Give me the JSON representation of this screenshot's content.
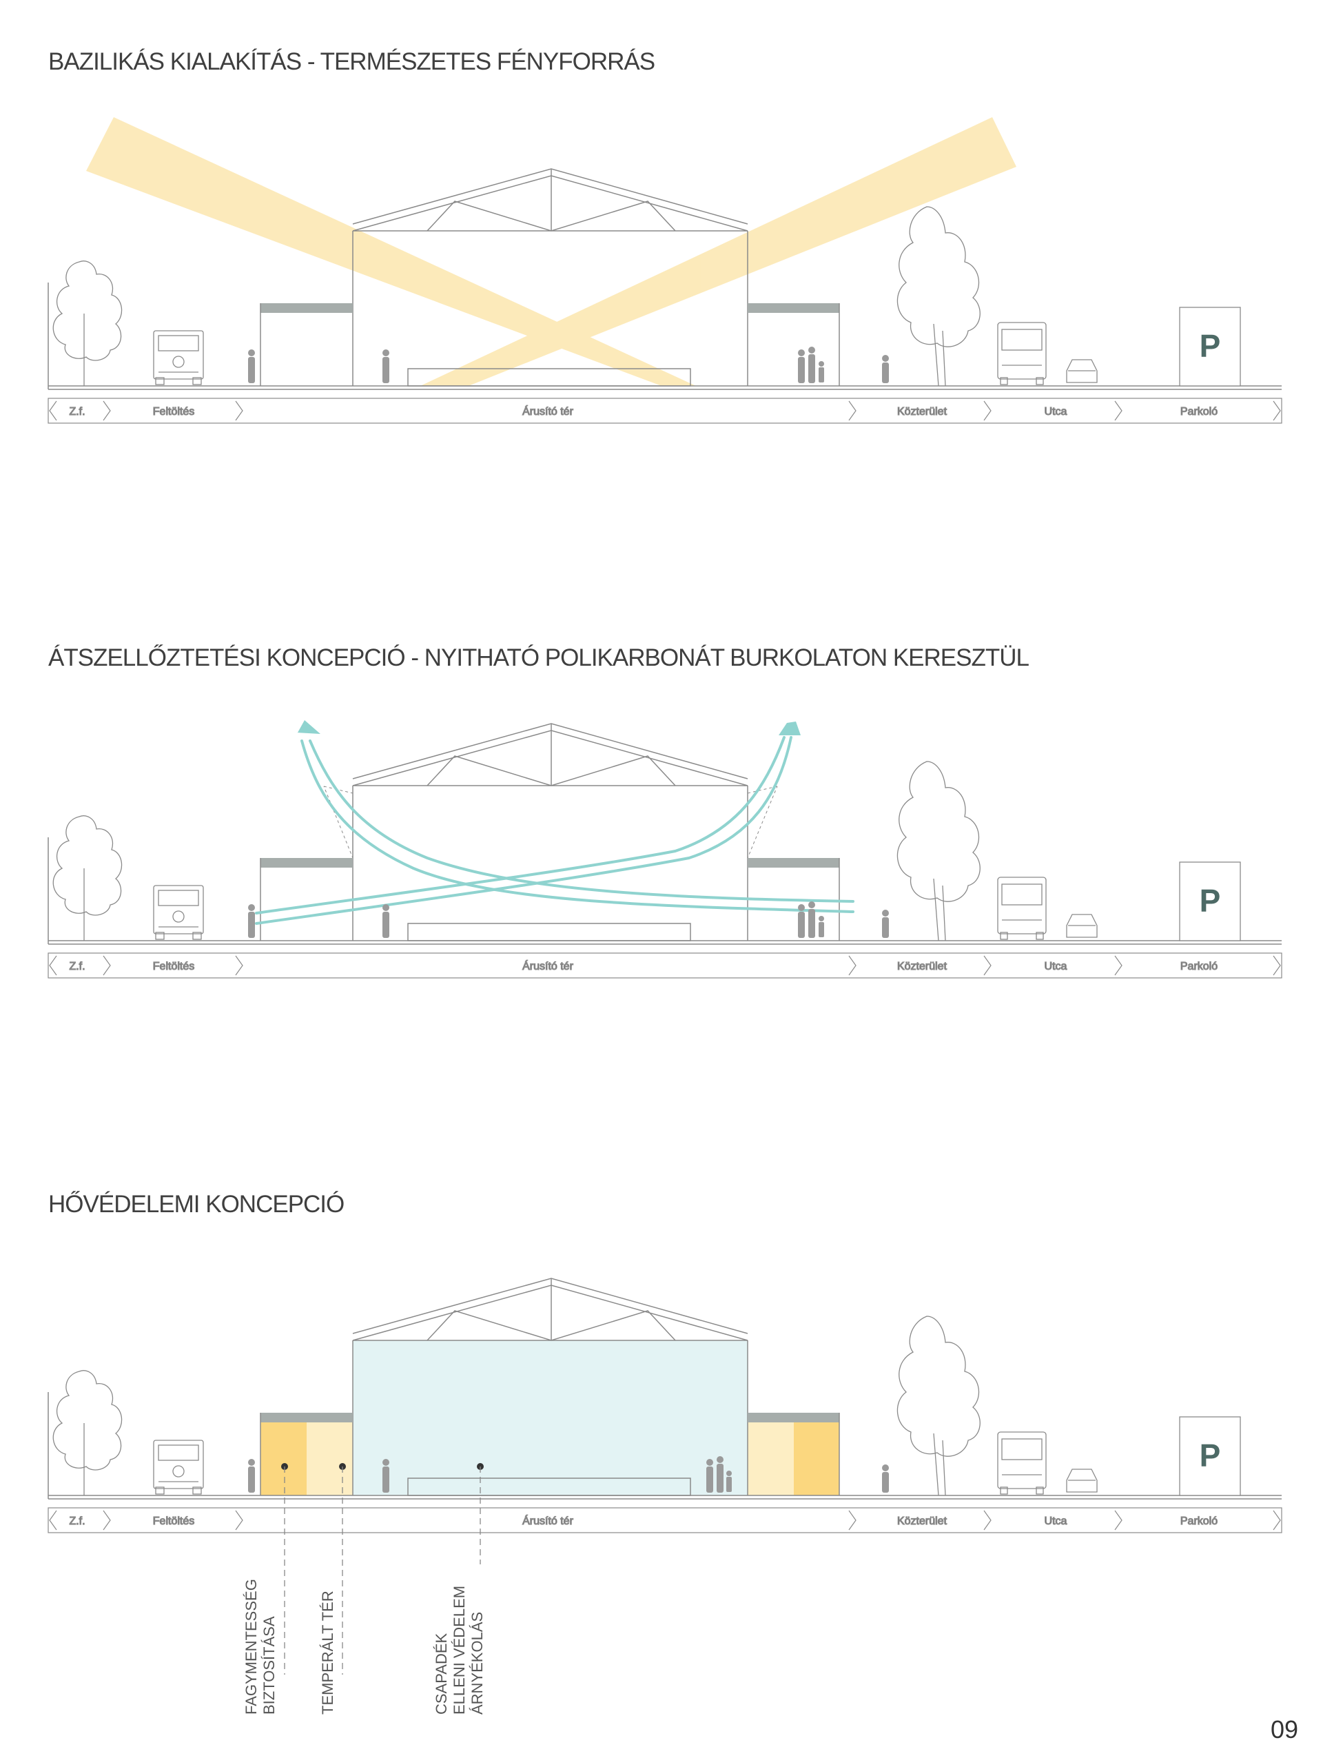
{
  "panels": [
    {
      "title": "BAZILIKÁS KIALAKÍTÁS - TERMÉSZETES FÉNYFORRÁS"
    },
    {
      "title": "ÁTSZELLŐZTETÉSI KONCEPCIÓ - NYITHATÓ POLIKARBONÁT BURKOLATON KERESZTÜL"
    },
    {
      "title": "HŐVÉDELEMI KONCEPCIÓ"
    }
  ],
  "zones": {
    "zf": "Z.f.",
    "feltoltes": "Feltöltés",
    "arusito": "Árusító tér",
    "kozterulet": "Közterület",
    "utca": "Utca",
    "parkolo": "Parkoló"
  },
  "parking_sign": "P",
  "annotations": {
    "fagy": "FAGYMENTESSÉG\nBIZTOSÍTÁSA",
    "temperalt": "TEMPERÁLT TÉR",
    "csapadek": "CSAPADÉK\nELLENI VÉDELEM\nÁRNYÉKOLÁS"
  },
  "colors": {
    "sun": "#fbe3a4",
    "air": "#8fd3cf",
    "warm": "#fbd77f",
    "warm_light": "#fdeec4",
    "cool": "#e3f3f4",
    "roof_band": "#a6adab",
    "line": "#8a8a8a"
  },
  "page_number": "09"
}
